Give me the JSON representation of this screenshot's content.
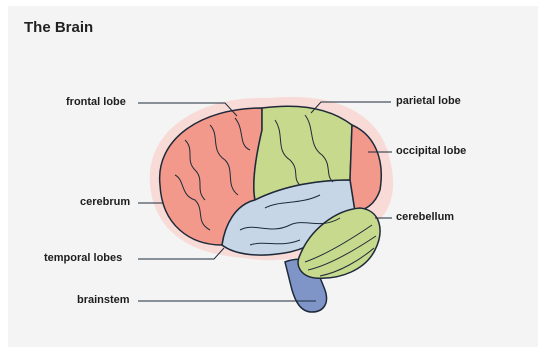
{
  "title": "The Brain",
  "labels": {
    "frontal_lobe": "frontal lobe",
    "cerebrum": "cerebrum",
    "temporal_lobes": "temporal lobes",
    "brainstem": "brainstem",
    "parietal_lobe": "parietal lobe",
    "occipital_lobe": "occipital lobe",
    "cerebellum": "cerebellum"
  },
  "colors": {
    "frontal": "#f2998b",
    "parietal": "#c7d98c",
    "occipital": "#f2998b",
    "temporal": "#c7d6e6",
    "cerebellum": "#c7d98c",
    "brainstem": "#7f95c8",
    "glow": "#f9d4cf",
    "outline": "#1e2a3a"
  }
}
